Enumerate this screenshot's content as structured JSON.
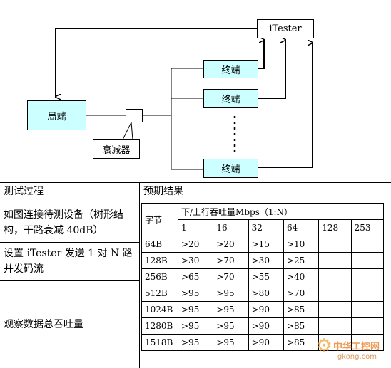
{
  "diagram": {
    "itester_label": "iTester",
    "terminal_label": "终端",
    "office_label": "局端",
    "attenuator_label": "衰减器"
  },
  "table": {
    "header_left": "测试过程",
    "header_right": "预期结果",
    "steps": [
      "如图连接待测设备（树形结构，干路衰减 40dB）",
      "设置 iTester 发送 1 对 N 路并发码流",
      "观察数据总吞吐量"
    ],
    "inner": {
      "byte_header": "字节",
      "throughput_header": "下/上行吞吐量Mbps（1:N）",
      "n_values": [
        "1",
        "16",
        "32",
        "64",
        "128",
        "253"
      ],
      "rows": [
        {
          "size": "64B",
          "values": [
            ">20",
            ">20",
            ">15",
            ">10",
            "",
            ""
          ]
        },
        {
          "size": "128B",
          "values": [
            ">30",
            ">70",
            ">30",
            ">25",
            "",
            ""
          ]
        },
        {
          "size": "256B",
          "values": [
            ">65",
            ">70",
            ">55",
            ">40",
            "",
            ""
          ]
        },
        {
          "size": "512B",
          "values": [
            ">95",
            ">95",
            ">80",
            ">70",
            "",
            ""
          ]
        },
        {
          "size": "1024B",
          "values": [
            ">95",
            ">95",
            ">90",
            ">85",
            "",
            ""
          ]
        },
        {
          "size": "1280B",
          "values": [
            ">95",
            ">95",
            ">90",
            ">85",
            "",
            ""
          ]
        },
        {
          "size": "1518B",
          "values": [
            ">95",
            ">95",
            ">90",
            ">85",
            "",
            ""
          ]
        }
      ]
    }
  },
  "watermark": {
    "brand": "中华工控网",
    "site": "gkong.com"
  }
}
